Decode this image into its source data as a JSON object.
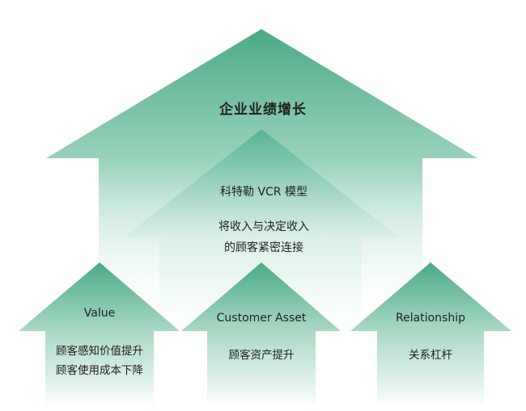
{
  "diagram": {
    "main_arrow": {
      "title": "企业业绩增长"
    },
    "middle_arrow": {
      "title": "科特勒 VCR 模型",
      "line1": "将收入与决定收入",
      "line2": "的顾客紧密连接"
    },
    "value_arrow": {
      "title": "Value",
      "line1": "顾客感知价值提升",
      "line2": "顾客使用成本下降"
    },
    "asset_arrow": {
      "title": "Customer Asset",
      "line1": "顾客资产提升"
    },
    "relationship_arrow": {
      "title": "Relationship",
      "line1": "关系杠杆"
    },
    "colors": {
      "arrow_top": "#4fae8c",
      "arrow_fade": "#ffffff",
      "text": "#222222"
    }
  }
}
